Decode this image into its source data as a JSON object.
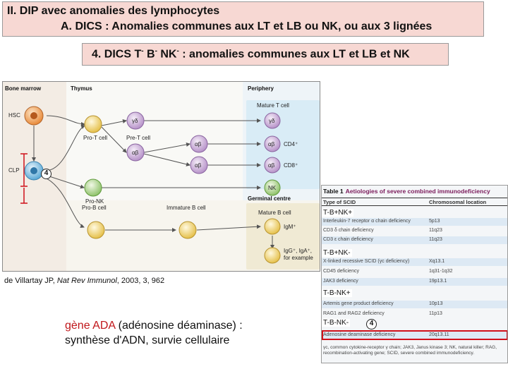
{
  "title": {
    "line1": "II. DIP avec anomalies des lymphocytes",
    "line2": "A. DICS : Anomalies communes aux LT et LB ou NK, ou aux 3 lignées"
  },
  "subtitle": {
    "prefix": "4. DICS T",
    "sup1": "-",
    "mid1": " B",
    "sup2": "-",
    "mid2": " NK",
    "sup3": "-",
    "suffix": " : anomalies communes aux LT et LB et NK"
  },
  "figure": {
    "sections": [
      "Bone marrow",
      "Thymus",
      "Periphery",
      "Germinal centre"
    ],
    "cells": {
      "hsc": "HSC",
      "clp": "CLP",
      "pro_t": "Pro-T cell",
      "pre_t": "Pre-T cell",
      "pro_nk": "Pro-NK",
      "pro_b": "Pro-B cell",
      "immature_b": "Immature B cell",
      "mature_t": "Mature T cell",
      "cd4": "CD4⁺",
      "cd8": "CD8⁺",
      "nk": "NK",
      "mature_b": "Mature B cell",
      "igm": "IgM⁺",
      "igg": "IgG⁺, IgA⁺,",
      "for_example": "for example",
      "gd": "γδ",
      "ab": "αβ"
    },
    "marker": "4"
  },
  "citation": {
    "authors": "de Villartay JP, ",
    "journal": "Nat Rev Immunol",
    "details": ", 2003, 3, 962"
  },
  "gene": {
    "name": "gène ADA",
    "paren": " (adénosine déaminase) :",
    "line2": "synthèse d'ADN, survie cellulaire"
  },
  "table": {
    "label": "Table 1",
    "title": "Aetiologies of severe combined immunodeficiency",
    "headers": [
      "Type of SCID",
      "Chromosomal location"
    ],
    "groups": [
      "T-B+NK+",
      "T-B+NK-",
      "T-B-NK+",
      "T-B-NK-"
    ],
    "rows": [
      [
        "Interleukin-7 receptor α chain deficiency",
        "5p13"
      ],
      [
        "CD3 δ chain deficiency",
        "11q23"
      ],
      [
        "CD3 ε chain deficiency",
        "11q23"
      ],
      [
        "X-linked recessive SCID (γc deficiency)",
        "Xq13.1"
      ],
      [
        "CD45 deficiency",
        "1q31-1q32"
      ],
      [
        "JAK3 deficiency",
        "19p13.1"
      ],
      [
        "Artemis gene product deficiency",
        "10p13"
      ],
      [
        "RAG1 and RAG2 deficiency",
        "11p13"
      ],
      [
        "Adenosine deaminase deficiency",
        "20q13.11"
      ]
    ],
    "footnote": "γc, common cytokine-receptor γ chain; JAK3, Janus kinase 3; NK, natural killer; RAG, recombination-activating gene; SCID, severe combined immunodeficiency.",
    "marker": "4"
  },
  "colors": {
    "title_bg": "#f7d8d3",
    "highlight": "#d0101a",
    "gene_red": "#c0161a"
  }
}
